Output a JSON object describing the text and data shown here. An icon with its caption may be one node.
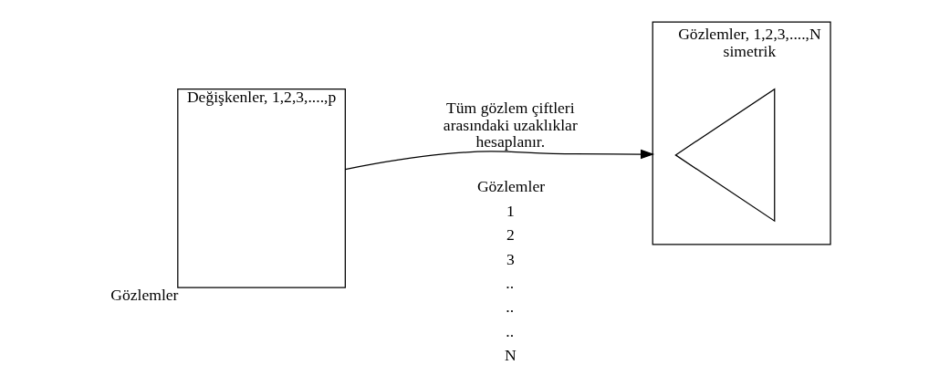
{
  "diagram": {
    "nodes": [
      {
        "text": [
          "Değişkenler, 1,2,3,....,p"
        ],
        "beside": [
          "Gözlemler"
        ]
      },
      {
        "text": [
          "Gözlemler, 1,2,3,....,N",
          "simetrik"
        ]
      },
      {
        "text": [],
        "shape": "triangle",
        "in": 1
      }
    ],
    "edges": [
      {
        "from": 0,
        "to": 1,
        "arrow": "to",
        "label": "Tüm gözlem çiftleri arasındaki uzaklıklar hesaplanır."
      }
    ],
    "labels": [
      "Gözlemler",
      "1",
      "2",
      "3",
      "..",
      "..",
      "..",
      "N"
    ]
  }
}
